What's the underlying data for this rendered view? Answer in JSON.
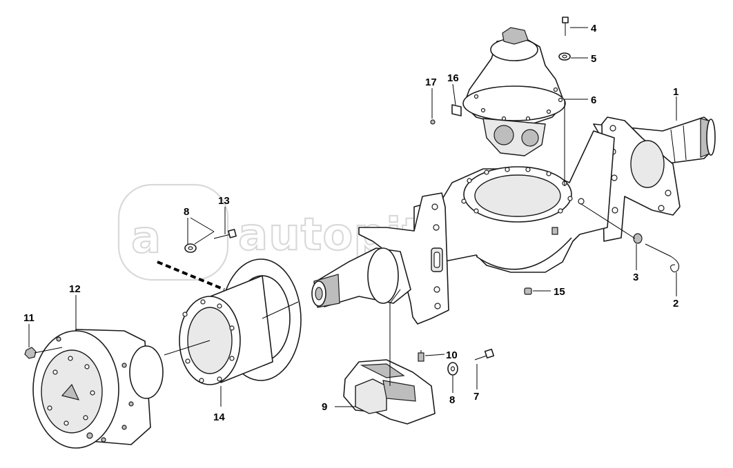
{
  "watermark": {
    "text": "autopiter.ru",
    "logo_glyph": "a",
    "color": "#d9d9d9"
  },
  "callouts": [
    {
      "id": "c1",
      "text": "1"
    },
    {
      "id": "c2",
      "text": "2"
    },
    {
      "id": "c3",
      "text": "3"
    },
    {
      "id": "c4",
      "text": "4"
    },
    {
      "id": "c5",
      "text": "5"
    },
    {
      "id": "c6",
      "text": "6"
    },
    {
      "id": "c7",
      "text": "7"
    },
    {
      "id": "c8a",
      "text": "8"
    },
    {
      "id": "c8b",
      "text": "8"
    },
    {
      "id": "c9",
      "text": "9"
    },
    {
      "id": "c10",
      "text": "10"
    },
    {
      "id": "c11",
      "text": "11"
    },
    {
      "id": "c12",
      "text": "12"
    },
    {
      "id": "c13",
      "text": "13"
    },
    {
      "id": "c14",
      "text": "14"
    },
    {
      "id": "c15",
      "text": "15"
    },
    {
      "id": "c16",
      "text": "16"
    },
    {
      "id": "c17",
      "text": "17"
    }
  ]
}
